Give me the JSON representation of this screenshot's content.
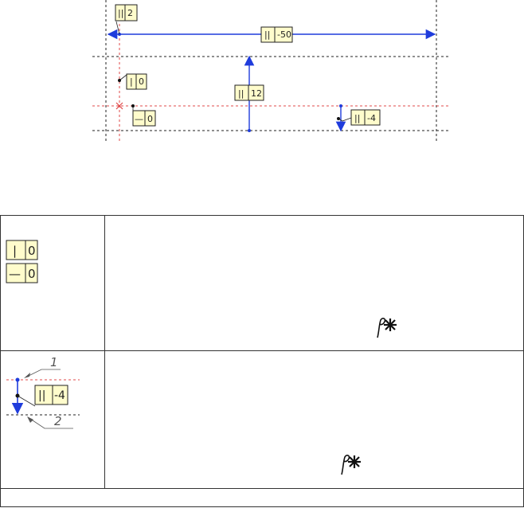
{
  "colors": {
    "dimension_line": "#1f3cdc",
    "reference_line": "#e04848",
    "tag_fill": "#fffccc",
    "tag_border": "#222222",
    "grid_line": "#222222",
    "table_border": "#333333",
    "callout": "#555555"
  },
  "top_diagram": {
    "tags": {
      "vertical_2": {
        "symbol": "||",
        "value": "2"
      },
      "horizontal_dim": {
        "symbol": "||",
        "value": "-50"
      },
      "vertical_0": {
        "symbol": "|",
        "value": "0"
      },
      "horizontal_0": {
        "symbol": "—",
        "value": "0"
      },
      "vertical_12": {
        "symbol": "||",
        "value": "12"
      },
      "offset_minus4": {
        "symbol": "||",
        "value": "-4"
      }
    }
  },
  "table": {
    "rows": [
      {
        "icon_tags": [
          {
            "symbol": "|",
            "value": "0"
          },
          {
            "symbol": "—",
            "value": "0"
          }
        ],
        "glyph": "point-cursor-icon"
      },
      {
        "icon_tag": {
          "symbol": "||",
          "value": "-4"
        },
        "callout_1": "1",
        "callout_2": "2",
        "glyph": "point-cursor-icon"
      }
    ]
  }
}
